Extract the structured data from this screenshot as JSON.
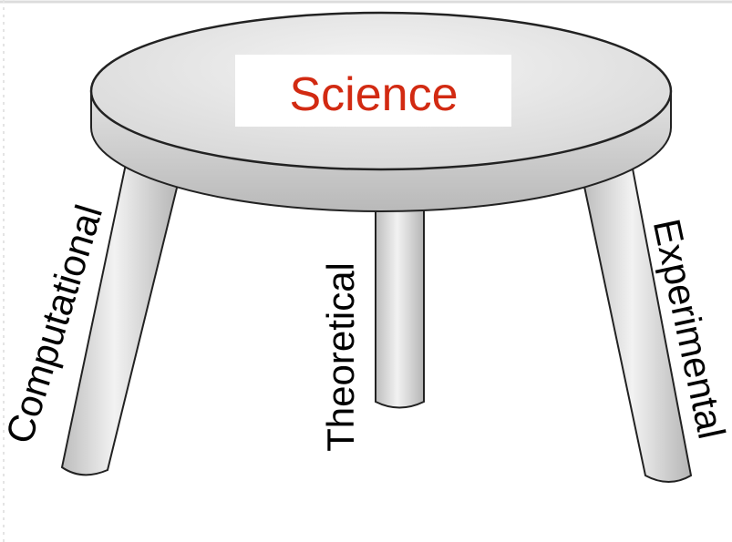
{
  "diagram": {
    "seat_label": "Science",
    "legs": [
      {
        "label": "Computational"
      },
      {
        "label": "Theoretical"
      },
      {
        "label": "Experimental"
      }
    ]
  },
  "colors": {
    "seat_label": "#d22a12",
    "label_text": "#000000",
    "seat_top": "#e8e8e8",
    "seat_edge": "#c8c8c8",
    "leg_fill": "#dcdcdc",
    "outline": "#222222",
    "page_border": "#d8d8d8"
  }
}
